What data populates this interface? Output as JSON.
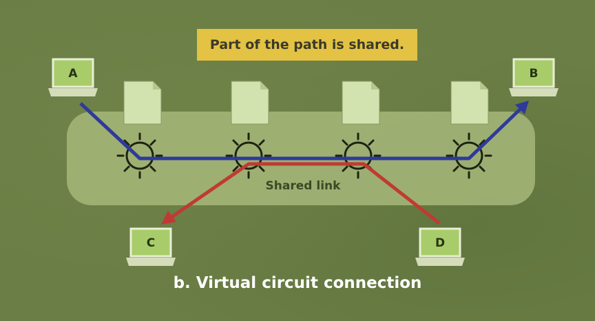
{
  "banner": {
    "text": "Part of the path is shared."
  },
  "shared_link": {
    "label": "Shared link"
  },
  "hosts": [
    {
      "id": "A",
      "label": "A"
    },
    {
      "id": "B",
      "label": "B"
    },
    {
      "id": "C",
      "label": "C"
    },
    {
      "id": "D",
      "label": "D"
    }
  ],
  "caption": {
    "text": "b. Virtual circuit connection"
  },
  "colors": {
    "background": "#6a7e45",
    "banner": "#e3c244",
    "shared_region": "#a7b77a",
    "path_a_to_b": "#2e3a9a",
    "path_d_to_c": "#c03a33",
    "host_screen": "#a8cc6a",
    "packet": "#d3e3b0"
  },
  "icons": [
    "laptop-icon",
    "packet-icon",
    "router-icon"
  ]
}
